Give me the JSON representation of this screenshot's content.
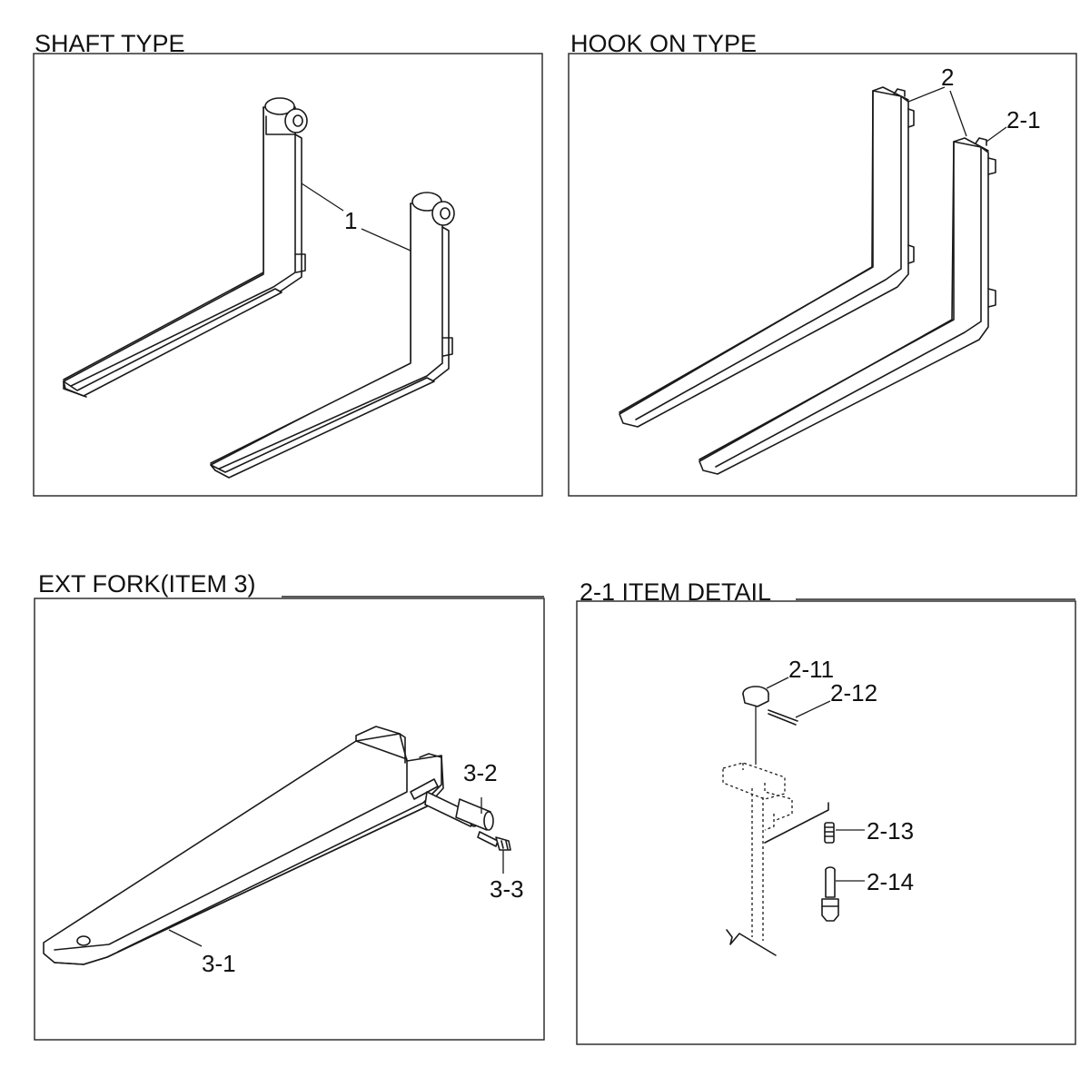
{
  "panels": {
    "shaft": {
      "title": "SHAFT TYPE",
      "callout_1": "1"
    },
    "hook": {
      "title": "HOOK ON TYPE",
      "callout_2": "2",
      "callout_2_1": "2-1"
    },
    "ext": {
      "title": "EXT FORK(ITEM 3)",
      "callout_3_1": "3-1",
      "callout_3_2": "3-2",
      "callout_3_3": "3-3"
    },
    "detail": {
      "title": "2-1 ITEM DETAIL",
      "callout_2_11": "2-11",
      "callout_2_12": "2-12",
      "callout_2_13": "2-13",
      "callout_2_14": "2-14"
    }
  }
}
